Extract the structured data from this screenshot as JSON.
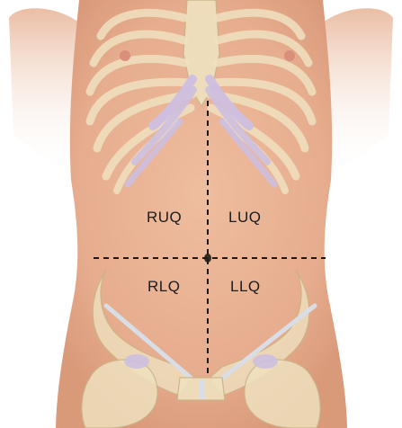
{
  "quadrants": {
    "upper_right": "RUQ",
    "upper_left": "LUQ",
    "lower_right": "RLQ",
    "lower_left": "LLQ"
  },
  "colors": {
    "skin": "#e9b395",
    "skin_shadow": "#d89a7b",
    "bone": "#efe1bf",
    "bone_outline": "#c9b487",
    "cartilage": "#cdbfe0",
    "ligament": "#d8dde6",
    "divider_line": "#1a1a1a"
  }
}
